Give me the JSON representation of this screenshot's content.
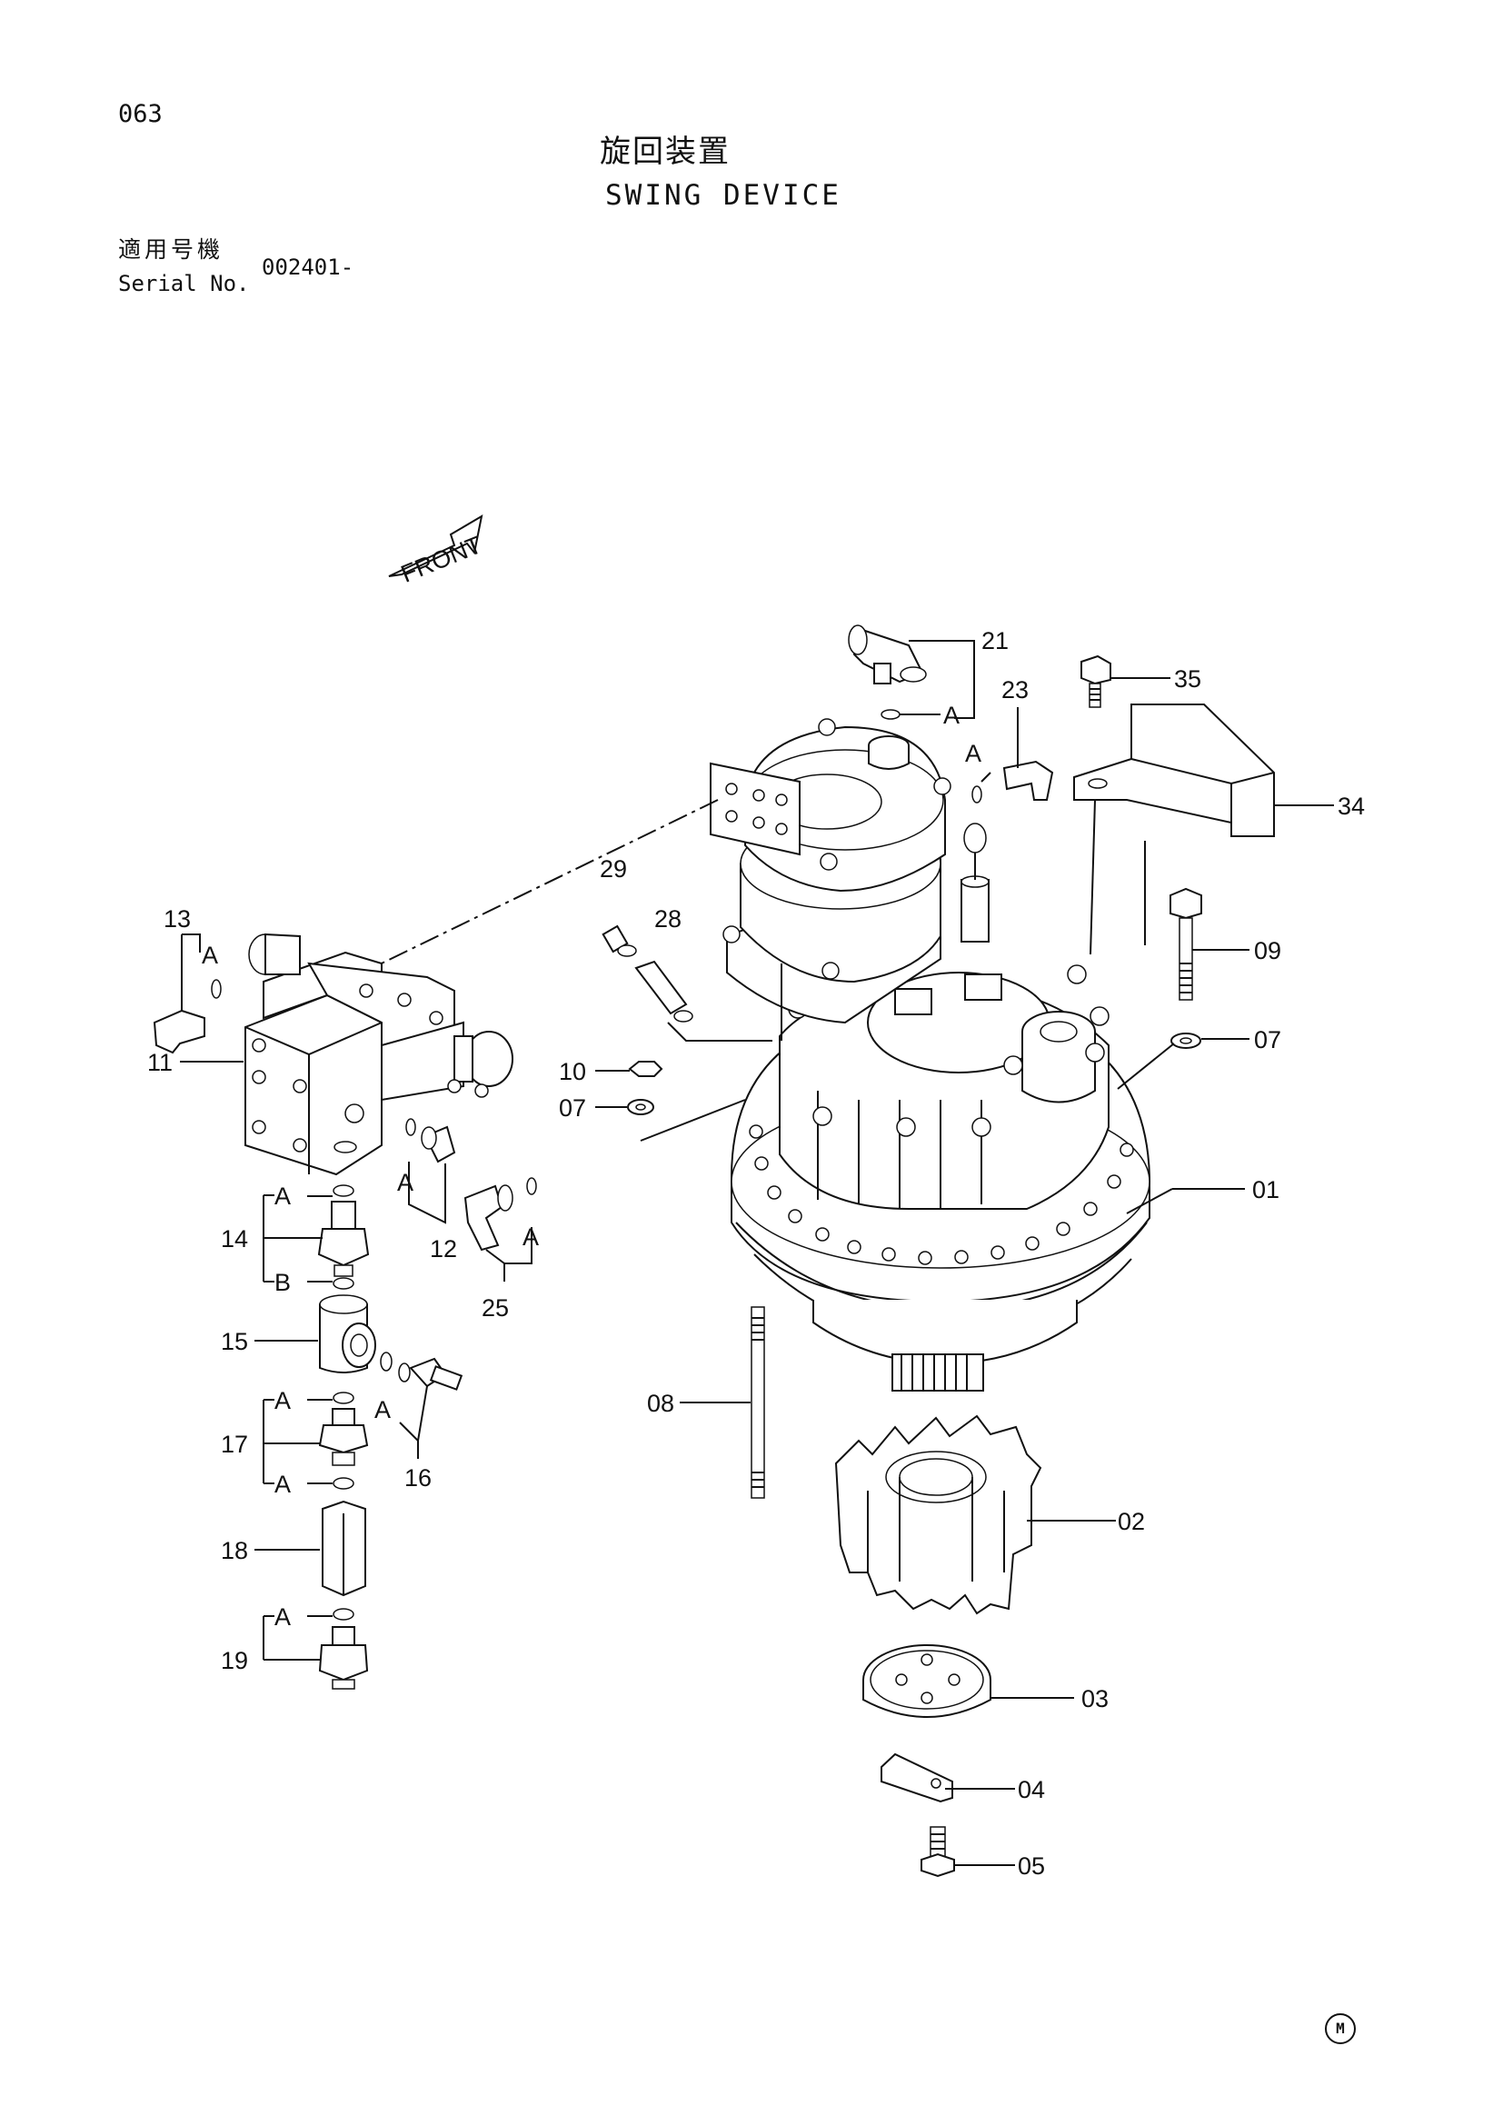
{
  "header": {
    "page_number": "063",
    "title_jp": "旋回装置",
    "title_en": "SWING DEVICE",
    "serial_label_jp": "適用号機",
    "serial_label_en": "Serial No.",
    "serial_value": "002401-"
  },
  "front_label": "FRONT",
  "maker_mark": "M",
  "callouts": {
    "c01": "01",
    "c02": "02",
    "c03": "03",
    "c04": "04",
    "c05": "05",
    "c07a": "07",
    "c07b": "07",
    "c08": "08",
    "c09": "09",
    "c10": "10",
    "c11": "11",
    "c12": "12",
    "c13": "13",
    "c14": "14",
    "c15": "15",
    "c16": "16",
    "c17": "17",
    "c18": "18",
    "c19": "19",
    "c21": "21",
    "c23": "23",
    "c25": "25",
    "c28": "28",
    "c29": "29",
    "c34": "34",
    "c35": "35"
  },
  "seal_labels": {
    "a21": "A",
    "a23": "A",
    "a13": "A",
    "a12": "A",
    "a25": "A",
    "a14": "A",
    "b14": "B",
    "a16": "A",
    "a17top": "A",
    "a17bot": "A",
    "a19": "A"
  }
}
